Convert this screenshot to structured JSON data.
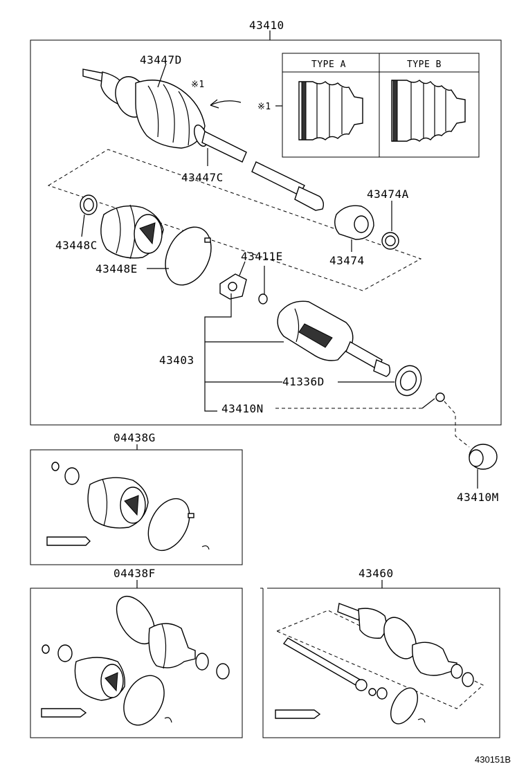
{
  "labels": {
    "assembly": "43410",
    "outer_boot_kit": "43447D",
    "outer_boot_clamp": "43447C",
    "inner_clamp": "43448C",
    "inner_boot_band": "43448E",
    "snap_ring_e": "43411E",
    "bracket": "43474",
    "bracket_clamp": "43474A",
    "inner_joint": "43403",
    "dust_seal": "41336D",
    "shaft_n": "43410N",
    "shaft_m": "43410M",
    "kit_g": "04438G",
    "kit_f": "04438F",
    "shaft_assy": "43460",
    "catalog_no": "430151B"
  },
  "inset": {
    "type_a": "TYPE A",
    "type_b": "TYPE B",
    "note_mark": "※1"
  }
}
